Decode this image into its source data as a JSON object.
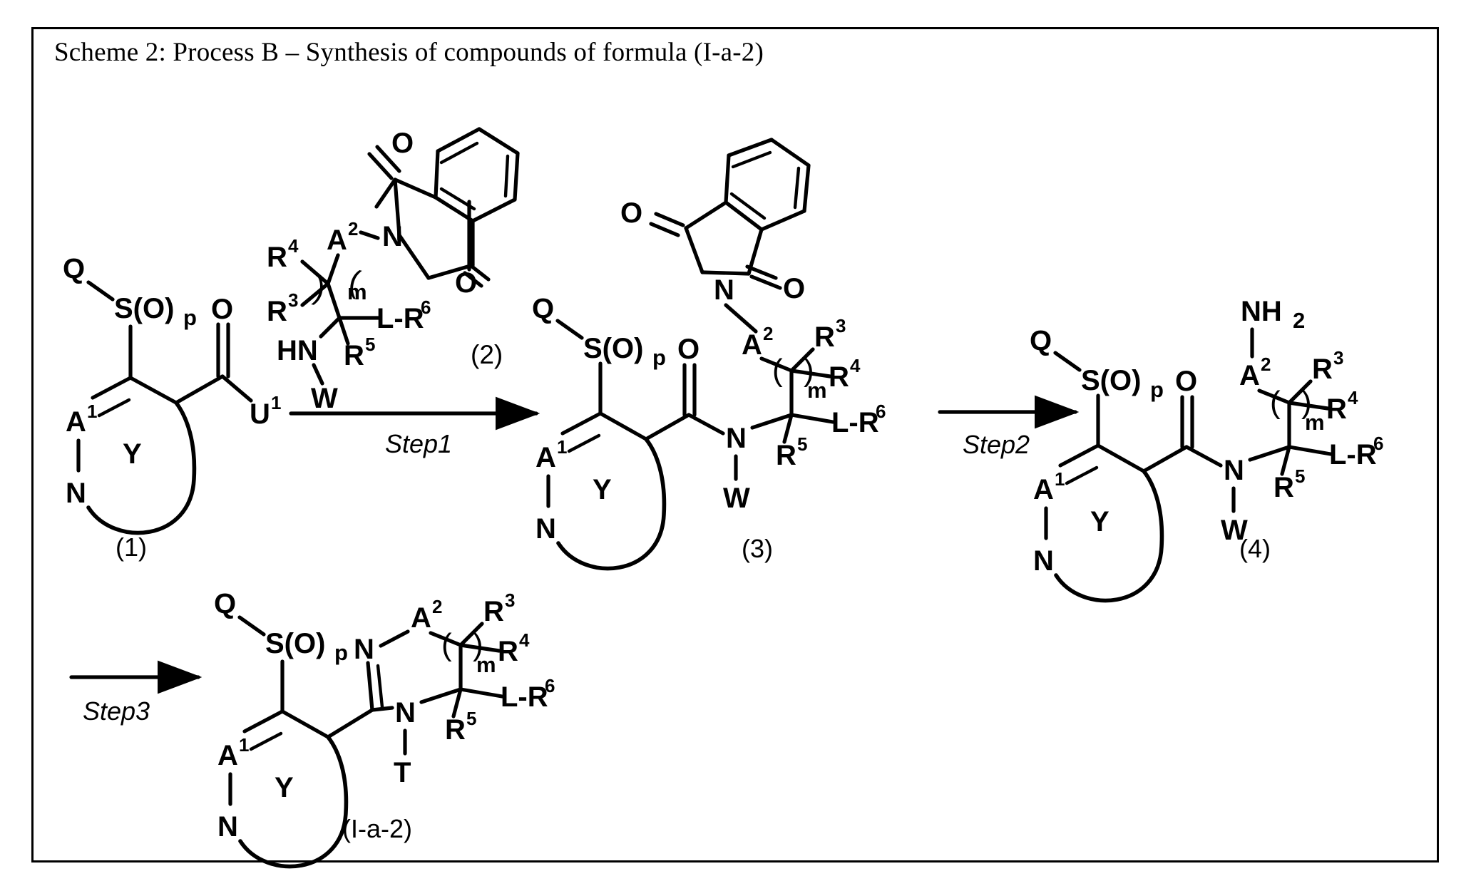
{
  "scheme": {
    "title": "Scheme 2: Process B – Synthesis of compounds of formula (I-a-2)",
    "border_color": "#000000",
    "background": "#ffffff"
  },
  "labels": {
    "compound_1": "(1)",
    "compound_2": "(2)",
    "compound_3": "(3)",
    "compound_4": "(4)",
    "compound_final": "(I-a-2)",
    "step1": "Step1",
    "step2": "Step2",
    "step3": "Step3"
  },
  "atoms": {
    "Q": "Q",
    "S": "S(O)",
    "p": "p",
    "O": "O",
    "N": "N",
    "HN": "HN",
    "W": "W",
    "T": "T",
    "Y": "Y",
    "A": "A",
    "U": "U",
    "R": "R",
    "L_R6": "L-R",
    "NH2": "NH",
    "two": "2",
    "m": "m",
    "sup1": "1",
    "sup2": "2",
    "sup3": "3",
    "sup4": "4",
    "sup5": "5",
    "sup6": "6",
    "open_paren": "(",
    "close_paren": ")"
  },
  "structures": [
    {
      "id": "structure-1",
      "label": "(1)",
      "parts": [
        "Q",
        "S(O)p",
        "O",
        "A1",
        "N",
        "Y",
        "U1"
      ]
    },
    {
      "id": "structure-2",
      "label": "(2)",
      "parts": [
        "phthalimide",
        "N",
        "A2",
        "R4",
        "R3",
        "( )m",
        "L-R6",
        "HN",
        "W",
        "R5"
      ]
    },
    {
      "id": "structure-3",
      "label": "(3)",
      "parts": [
        "phthalimide",
        "O",
        "N",
        "A2",
        "Q",
        "S(O)p",
        "A1",
        "Y",
        "N",
        "W",
        "R3",
        "R4",
        "( )m",
        "R5",
        "L-R6"
      ]
    },
    {
      "id": "structure-4",
      "label": "(4)",
      "parts": [
        "NH2",
        "A2",
        "Q",
        "S(O)p",
        "O",
        "A1",
        "Y",
        "N",
        "W",
        "R3",
        "R4",
        "( )m",
        "R5",
        "L-R6"
      ]
    },
    {
      "id": "structure-final",
      "label": "(I-a-2)",
      "parts": [
        "Q",
        "S(O)p",
        "N",
        "A2",
        "A1",
        "Y",
        "N",
        "T",
        "R3",
        "R4",
        "( )m",
        "R5",
        "L-R6"
      ]
    }
  ]
}
